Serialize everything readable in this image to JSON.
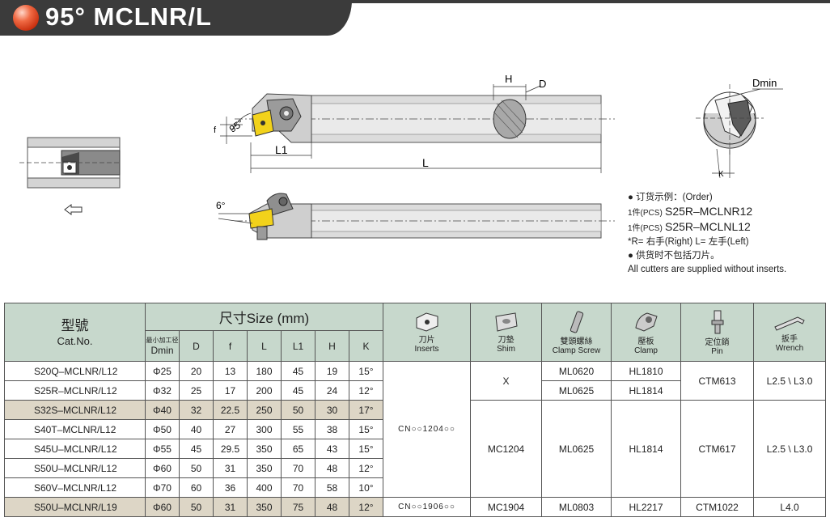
{
  "header": {
    "title": "95° MCLNR/L"
  },
  "drawing": {
    "angle_95": "95°",
    "label_f": "f",
    "label_L1": "L1",
    "label_L": "L",
    "label_H": "H",
    "label_D": "D",
    "label_Dmin": "Dmin",
    "label_K": "K",
    "angle_6": "6°"
  },
  "order": {
    "line1": "● 订货示例：(Order)",
    "line2_prefix": "1件(PCS)",
    "line2_code": "S25R–MCLNR12",
    "line3_prefix": "1件(PCS)",
    "line3_code": "S25R–MCLNL12",
    "line4": "*R= 右手(Right)   L= 左手(Left)",
    "line5": "● 供货时不包括刀片。",
    "line6": "All cutters are supplied without inserts."
  },
  "table": {
    "cat_cn": "型號",
    "cat_en": "Cat.No.",
    "size_title": "尺寸Size (mm)",
    "dmin_cn": "最小加工径",
    "cols": [
      "Dmin",
      "D",
      "f",
      "L",
      "L1",
      "H",
      "K"
    ],
    "acc": {
      "inserts_cn": "刀片",
      "inserts_en": "Inserts",
      "shim_cn": "刀墊",
      "shim_en": "Shim",
      "screw_cn": "雙頭螺絲",
      "screw_en": "Clamp Screw",
      "clamp_cn": "壓板",
      "clamp_en": "Clamp",
      "pin_cn": "定位銷",
      "pin_en": "Pin",
      "wrench_cn": "扳手",
      "wrench_en": "Wrench"
    },
    "rows": [
      {
        "name": "S20Q–MCLNR/L12",
        "dmin": "Φ25",
        "d": "20",
        "f": "13",
        "l": "180",
        "l1": "45",
        "h": "19",
        "k": "15°"
      },
      {
        "name": "S25R–MCLNR/L12",
        "dmin": "Φ32",
        "d": "25",
        "f": "17",
        "l": "200",
        "l1": "45",
        "h": "24",
        "k": "12°"
      },
      {
        "name": "S32S–MCLNR/L12",
        "dmin": "Φ40",
        "d": "32",
        "f": "22.5",
        "l": "250",
        "l1": "50",
        "h": "30",
        "k": "17°"
      },
      {
        "name": "S40T–MCLNR/L12",
        "dmin": "Φ50",
        "d": "40",
        "f": "27",
        "l": "300",
        "l1": "55",
        "h": "38",
        "k": "15°"
      },
      {
        "name": "S45U–MCLNR/L12",
        "dmin": "Φ55",
        "d": "45",
        "f": "29.5",
        "l": "350",
        "l1": "65",
        "h": "43",
        "k": "15°"
      },
      {
        "name": "S50U–MCLNR/L12",
        "dmin": "Φ60",
        "d": "50",
        "f": "31",
        "l": "350",
        "l1": "70",
        "h": "48",
        "k": "12°"
      },
      {
        "name": "S60V–MCLNR/L12",
        "dmin": "Φ70",
        "d": "60",
        "f": "36",
        "l": "400",
        "l1": "70",
        "h": "58",
        "k": "10°"
      },
      {
        "name": "S50U–MCLNR/L19",
        "dmin": "Φ60",
        "d": "50",
        "f": "31",
        "l": "350",
        "l1": "75",
        "h": "48",
        "k": "12°"
      }
    ],
    "inserts_a": "CN○○1204○○",
    "inserts_b": "CN○○1906○○",
    "shim_x": "X",
    "shim_a": "MC1204",
    "shim_b": "MC1904",
    "screw_1": "ML0620",
    "screw_2": "ML0625",
    "screw_a": "ML0625",
    "screw_b": "ML0803",
    "clamp_1": "HL1810",
    "clamp_2": "HL1814",
    "clamp_a": "HL1814",
    "clamp_b": "HL2217",
    "pin_1": "CTM613",
    "pin_a": "CTM617",
    "pin_b": "CTM1022",
    "wrench_1": "L2.5 \\ L3.0",
    "wrench_a": "L2.5 \\ L3.0",
    "wrench_b": "L4.0"
  },
  "colors": {
    "header_bg": "#3b3b3b",
    "table_header_bg": "#c7d8cc",
    "shade_row": "#ddd6c6",
    "insert_yellow": "#f2d21b"
  }
}
